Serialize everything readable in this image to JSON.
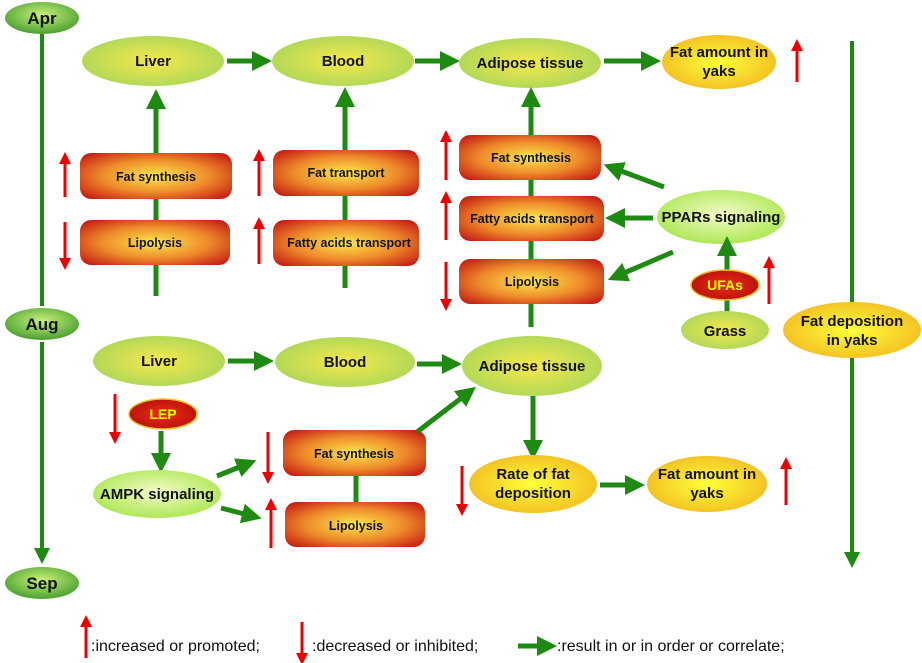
{
  "months": {
    "apr": "Apr",
    "aug": "Aug",
    "sep": "Sep"
  },
  "upper": {
    "liver": "Liver",
    "blood": "Blood",
    "adipose": "Adipose tissue",
    "fat_amount_line1": "Fat amount in",
    "fat_amount_line2": "yaks",
    "liver_fat_synthesis": "Fat synthesis",
    "liver_lipolysis": "Lipolysis",
    "blood_fat_transport": "Fat transport",
    "blood_fatty_acids_transport": "Fatty acids transport",
    "adipose_fat_synthesis": "Fat synthesis",
    "adipose_fatty_acids_transport": "Fatty acids transport",
    "adipose_lipolysis": "Lipolysis",
    "ppars_signaling": "PPARs signaling",
    "ufas": "UFAs",
    "grass": "Grass"
  },
  "lower": {
    "liver": "Liver",
    "blood": "Blood",
    "adipose": "Adipose tissue",
    "lep": "LEP",
    "ampk_signaling": "AMPK signaling",
    "fat_synthesis": "Fat synthesis",
    "lipolysis": "Lipolysis",
    "rate_line1": "Rate of fat",
    "rate_line2": "deposition",
    "fat_amount_line1": "Fat amount in",
    "fat_amount_line2": "yaks"
  },
  "side": {
    "fat_deposition_line1": "Fat deposition",
    "fat_deposition_line2": "in yaks"
  },
  "legend": {
    "increased": ":increased or promoted;",
    "decreased": ":decreased or inhibited;",
    "result": ":result in or in order or correlate;"
  },
  "colors": {
    "green_arrow": "#1f8a12",
    "red_arrow": "#ee0000",
    "oval_green": "#a9d858",
    "oval_yellow": "#f4e64a",
    "box_red": "#c8281a",
    "box_orange": "#f2a63a",
    "month_green": "#3f9a2a",
    "badge_red": "#d21a10"
  }
}
